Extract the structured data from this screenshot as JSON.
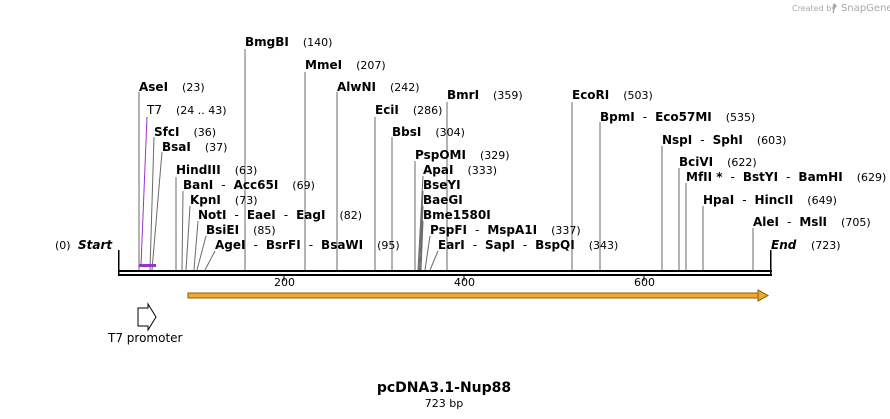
{
  "header": {
    "credit": "Created by",
    "brand": "SnapGene"
  },
  "map": {
    "title": "pcDNA3.1-Nup88",
    "subtitle": "723 bp",
    "start_label": "Start",
    "start_pos": "(0)",
    "end_label": "End",
    "end_pos": "(723)",
    "ticks": [
      "200",
      "400",
      "600"
    ]
  },
  "features": {
    "t7_label": "T7",
    "t7_range": "(24 .. 43)",
    "t7_color": "#9933cc",
    "promoter_label": "T7 promoter",
    "orf_color": "#f0a830"
  },
  "sites": [
    {
      "parts": [
        "BmgBI"
      ],
      "pos": "(140)"
    },
    {
      "parts": [
        "MmeI"
      ],
      "pos": "(207)"
    },
    {
      "parts": [
        "AlwNI"
      ],
      "pos": "(242)"
    },
    {
      "parts": [
        "BmrI"
      ],
      "pos": "(359)"
    },
    {
      "parts": [
        "EcoRI"
      ],
      "pos": "(503)"
    },
    {
      "parts": [
        "AseI"
      ],
      "pos": "(23)"
    },
    {
      "parts": [
        "EciI"
      ],
      "pos": "(286)"
    },
    {
      "parts": [
        "BpmI",
        "Eco57MI"
      ],
      "pos": "(535)"
    },
    {
      "parts": [
        "BbsI"
      ],
      "pos": "(304)"
    },
    {
      "parts": [
        "SfcI"
      ],
      "pos": "(36)"
    },
    {
      "parts": [
        "NspI",
        "SphI"
      ],
      "pos": "(603)"
    },
    {
      "parts": [
        "BsaI"
      ],
      "pos": "(37)"
    },
    {
      "parts": [
        "PspOMI"
      ],
      "pos": "(329)"
    },
    {
      "parts": [
        "BciVI"
      ],
      "pos": "(622)"
    },
    {
      "parts": [
        "HindIII"
      ],
      "pos": "(63)"
    },
    {
      "parts": [
        "ApaI"
      ],
      "pos": "(333)"
    },
    {
      "parts": [
        "MfII *",
        "BstYI",
        "BamHI"
      ],
      "pos": "(629)"
    },
    {
      "parts": [
        "BanI",
        "Acc65I"
      ],
      "pos": "(69)"
    },
    {
      "parts": [
        "BseYI"
      ],
      "pos": ""
    },
    {
      "parts": [
        "KpnI"
      ],
      "pos": "(73)"
    },
    {
      "parts": [
        "BaeGI"
      ],
      "pos": ""
    },
    {
      "parts": [
        "HpaI",
        "HincII"
      ],
      "pos": "(649)"
    },
    {
      "parts": [
        "NotI",
        "EaeI",
        "EagI"
      ],
      "pos": "(82)"
    },
    {
      "parts": [
        "Bme1580I"
      ],
      "pos": ""
    },
    {
      "parts": [
        "AleI",
        "MslI"
      ],
      "pos": "(705)"
    },
    {
      "parts": [
        "BsiEI"
      ],
      "pos": "(85)"
    },
    {
      "parts": [
        "PspFI",
        "MspA1I"
      ],
      "pos": "(337)"
    },
    {
      "parts": [
        "AgeI",
        "BsrFI",
        "BsaWI"
      ],
      "pos": "(95)"
    },
    {
      "parts": [
        "EarI",
        "SapI",
        "BspQI"
      ],
      "pos": "(343)"
    }
  ]
}
